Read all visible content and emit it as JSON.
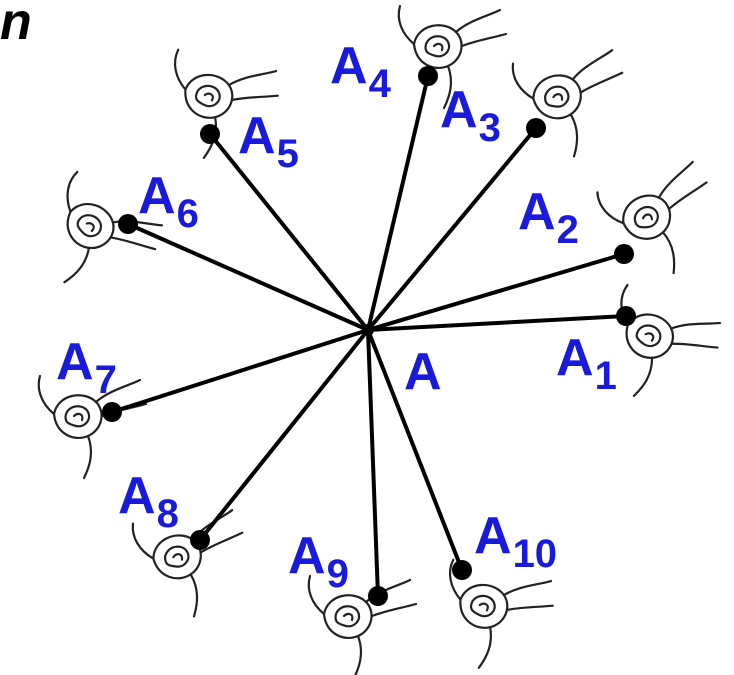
{
  "corner_text": "n",
  "center": {
    "letter": "A",
    "sub": ""
  },
  "points": [
    {
      "id": "a1",
      "letter": "A",
      "sub": "1"
    },
    {
      "id": "a2",
      "letter": "A",
      "sub": "2"
    },
    {
      "id": "a3",
      "letter": "A",
      "sub": "3"
    },
    {
      "id": "a4",
      "letter": "A",
      "sub": "4"
    },
    {
      "id": "a5",
      "letter": "A",
      "sub": "5"
    },
    {
      "id": "a6",
      "letter": "A",
      "sub": "6"
    },
    {
      "id": "a7",
      "letter": "A",
      "sub": "7"
    },
    {
      "id": "a8",
      "letter": "A",
      "sub": "8"
    },
    {
      "id": "a9",
      "letter": "A",
      "sub": "9"
    },
    {
      "id": "a10",
      "letter": "A",
      "sub": "10"
    }
  ],
  "colors": {
    "label": "#1a1adc",
    "line": "#000000",
    "hand": "#222222"
  },
  "icons": [
    "hand-holding-rope-icon"
  ]
}
